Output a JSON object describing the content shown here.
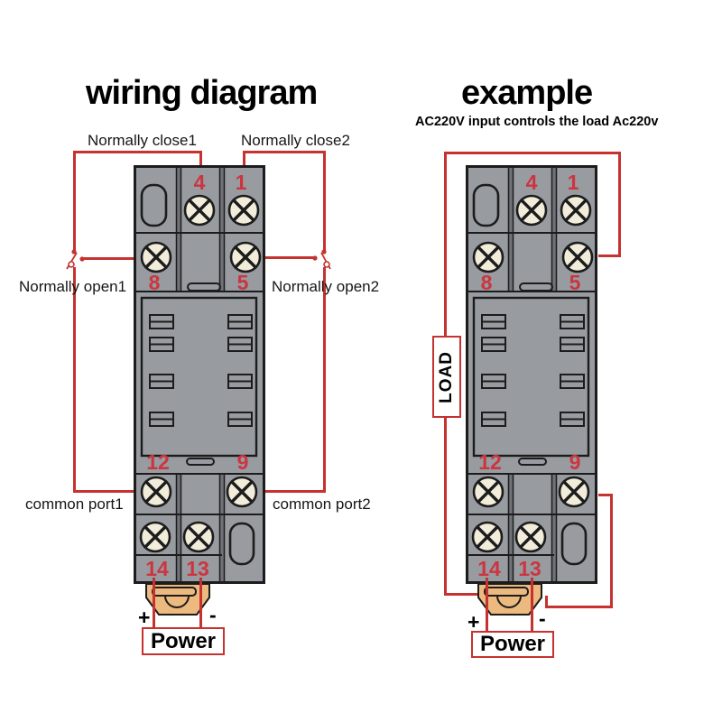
{
  "colors": {
    "wire_red": "#c5322f",
    "terminal_red": "#cc3540",
    "socket_gray": "#989ba0",
    "groove_gray": "#6f7278",
    "screw_cream": "#f2edda",
    "connector_orange": "#ecb97f",
    "outline_black": "#1c1c1c"
  },
  "left_panel": {
    "title": "wiring diagram",
    "normally_close1": "Normally close1",
    "normally_close2": "Normally close2",
    "normally_open1": "Normally open1",
    "normally_open2": "Normally open2",
    "common_port1": "common port1",
    "common_port2": "common port2",
    "power_label": "Power",
    "plus": "+",
    "minus": "-"
  },
  "right_panel": {
    "title": "example",
    "subtitle": "AC220V input controls the load Ac220v",
    "load_label": "LOAD",
    "power_label": "Power",
    "plus": "+",
    "minus": "-"
  },
  "socket_terminals": {
    "t4": "4",
    "t1": "1",
    "t8": "8",
    "t5": "5",
    "t12": "12",
    "t9": "9",
    "t14": "14",
    "t13": "13"
  }
}
